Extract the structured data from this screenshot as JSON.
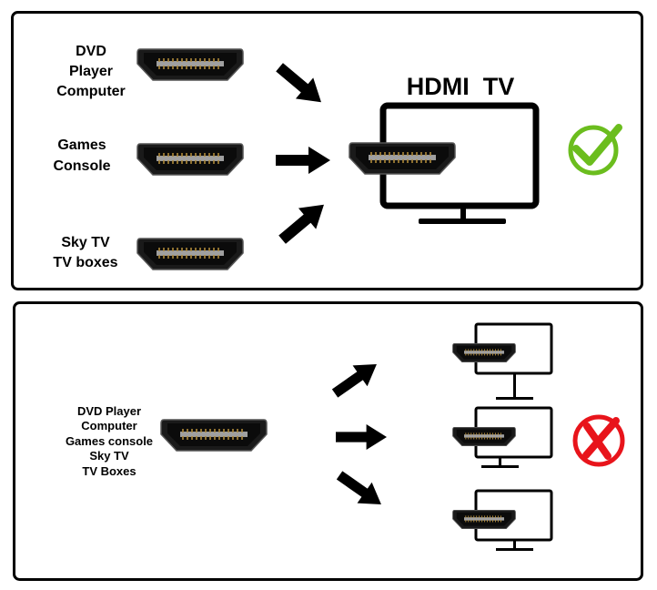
{
  "top_panel": {
    "title": "HDMI  TV",
    "sources": [
      {
        "lines": [
          "DVD",
          "Player",
          "Computer"
        ]
      },
      {
        "lines": [
          "Games",
          "Console"
        ]
      },
      {
        "lines": [
          "Sky TV",
          "TV boxes"
        ]
      }
    ],
    "status_icon": "check-icon",
    "status_color": "#6bbd1e"
  },
  "bottom_panel": {
    "source_lines": [
      "DVD Player",
      "Computer",
      "Games console",
      "Sky TV",
      "TV Boxes"
    ],
    "status_icon": "cross-icon",
    "status_color": "#e8141b"
  }
}
